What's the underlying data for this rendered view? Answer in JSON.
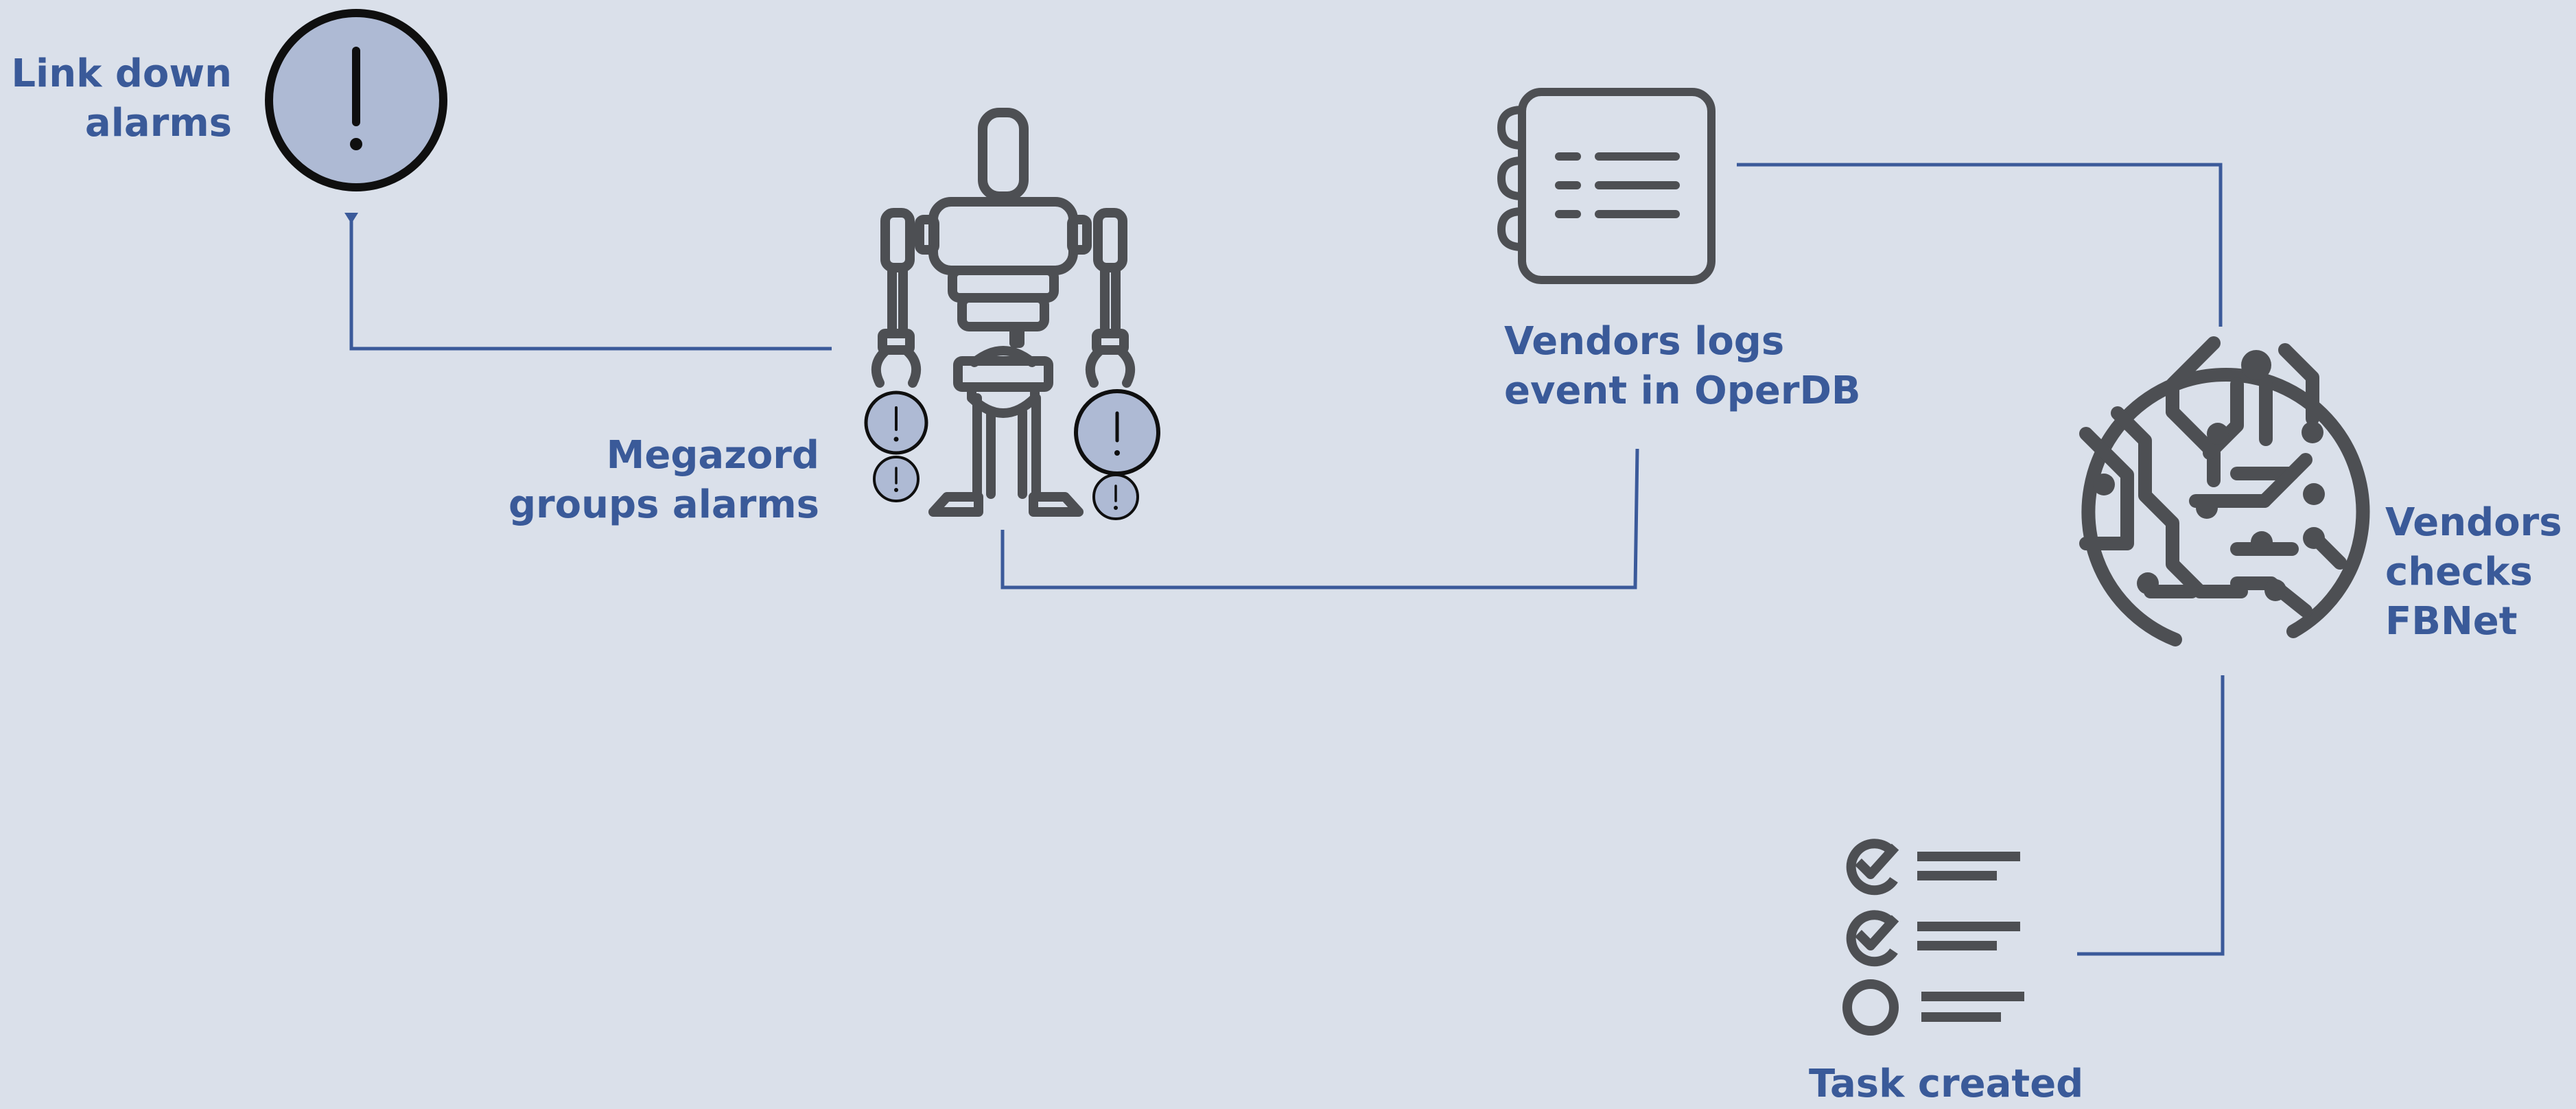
{
  "colors": {
    "background": "#dae0ea",
    "connector": "#3b5a9a",
    "label_text": "#3a5a99",
    "icon_stroke": "#4d4f53",
    "alarm_fill": "#aebad4"
  },
  "nodes": {
    "link_down": {
      "icon": "alarm-exclamation-icon",
      "label_lines": [
        "Link down",
        "alarms"
      ]
    },
    "megazord": {
      "icon": "robot-icon",
      "label_lines": [
        "Megazord",
        "groups alarms"
      ]
    },
    "operdb": {
      "icon": "notebook-icon",
      "label_lines": [
        "Vendors logs",
        "event in OperDB"
      ]
    },
    "fbnet": {
      "icon": "circuit-network-icon",
      "label_lines": [
        "Vendors",
        "checks",
        "FBNet"
      ]
    },
    "task": {
      "icon": "checklist-icon",
      "label_lines": [
        "Task created"
      ]
    }
  }
}
